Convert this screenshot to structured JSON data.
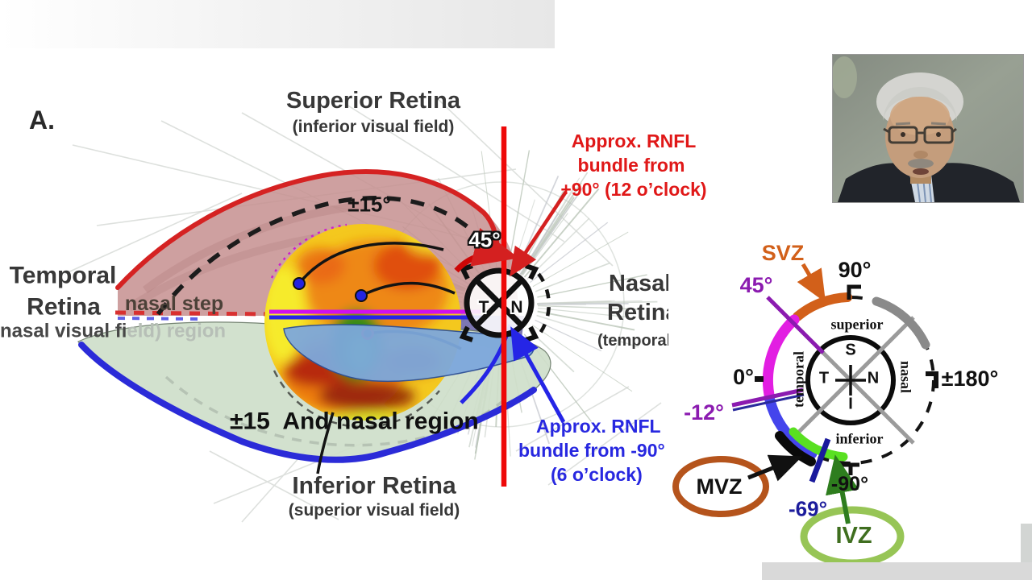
{
  "figure_a": {
    "panel_label": "A.",
    "superior_title": "Superior Retina",
    "superior_subtitle": "(inferior visual field)",
    "temporal_title_line1": "Temporal",
    "temporal_title_line2": "Retina",
    "temporal_subtitle_dark": "nasal visual fi",
    "temporal_subtitle_faded": "eld) region",
    "nasal_step_label": "nasal step",
    "plus_minus_15_arc_label": "±15°",
    "deg_45_label": "45°",
    "rnfl_superior": [
      "Approx. RNFL",
      "bundle from",
      "+90° (12 o’clock)"
    ],
    "nasal_title_line1": "Nasal",
    "nasal_title_line2": "Retina",
    "nasal_subtitle": "(temporal visual",
    "annotation": "±15  And nasal region",
    "rnfl_inferior": [
      "Approx. RNFL",
      "bundle from -90°",
      "(6 o’clock)"
    ],
    "inferior_title": "Inferior Retina",
    "inferior_subtitle": "(superior visual field)",
    "compass": {
      "t": "T",
      "n": "N"
    }
  },
  "figure_b": {
    "svz_label": "SVZ",
    "mvz_label": "MVZ",
    "ivz_label": "IVZ",
    "deg_90": "90°",
    "deg_45": "45°",
    "deg_0": "0°",
    "deg_180": "±180°",
    "deg_minus_12": "-12°",
    "deg_minus_90": "-90°",
    "deg_minus_69": "-69°",
    "superior_label": "superior",
    "inferior_label": "inferior",
    "temporal_label": "temporal",
    "nasal_label": "nasal",
    "compass": {
      "s": "S",
      "t": "T",
      "n": "N",
      "i": "I"
    }
  },
  "colors": {
    "red_accent": "#d42020",
    "blue_accent": "#2525e6",
    "magenta_arc": "#e21ee2",
    "purple_label": "#8b1bb0",
    "orange_svz": "#d2601a",
    "mvz_brown": "#b5541c",
    "ivz_green": "#97c556",
    "ivz_text_green": "#3f6e1f",
    "bright_green_arc": "#59e021",
    "navy_label": "#1c1c9c",
    "gray_arc": "#8a8a8a"
  }
}
